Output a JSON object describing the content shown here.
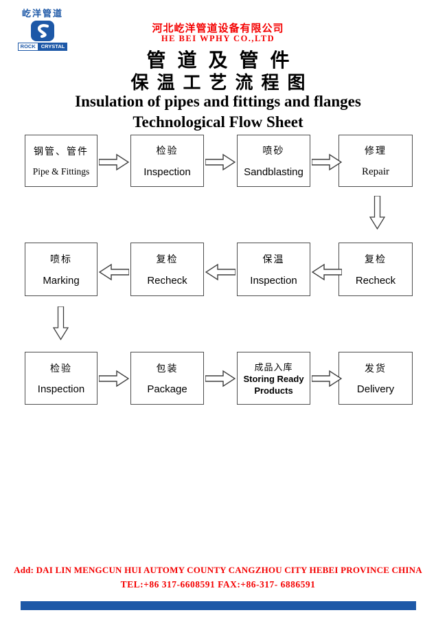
{
  "logo": {
    "zh": "屹洋管道",
    "badge_left": "ROCK",
    "badge_right": "CRYSTAL",
    "blue": "#1d58a7"
  },
  "header": {
    "company_zh": "河北屹洋管道设备有限公司",
    "company_en": "HE BEI WPHY CO.,LTD",
    "red": "#f40000",
    "title_zh_1": "管道及管件",
    "title_zh_2": "保温工艺流程图",
    "title_en_1": "Insulation of pipes and fittings and flanges",
    "title_en_2": "Technological Flow Sheet"
  },
  "flow": {
    "rows": [
      {
        "direction": "right",
        "boxes": [
          {
            "zh": "钢管、管件",
            "en": "Pipe & Fittings"
          },
          {
            "zh": "检验",
            "en": "Inspection"
          },
          {
            "zh": "喷砂",
            "en": "Sandblasting"
          },
          {
            "zh": "修理",
            "en": "Repair"
          }
        ]
      },
      {
        "direction": "left",
        "boxes": [
          {
            "zh": "喷标",
            "en": "Marking"
          },
          {
            "zh": "复检",
            "en": "Recheck"
          },
          {
            "zh": "保温",
            "en": "Inspection"
          },
          {
            "zh": "复检",
            "en": "Recheck"
          }
        ]
      },
      {
        "direction": "right",
        "boxes": [
          {
            "zh": "检验",
            "en": "Inspection"
          },
          {
            "zh": "包装",
            "en": "Package"
          },
          {
            "zh": "成品入库",
            "en": "Storing Ready Products"
          },
          {
            "zh": "发货",
            "en": "Delivery"
          }
        ]
      }
    ]
  },
  "footer": {
    "address": "Add: DAI LIN MENGCUN HUI AUTOMY COUNTY CANGZHOU CITY HEBEI PROVINCE CHINA",
    "tel_fax": "TEL:+86 317-6608591  FAX:+86-317- 6886591",
    "bar_color": "#1d58a7"
  }
}
